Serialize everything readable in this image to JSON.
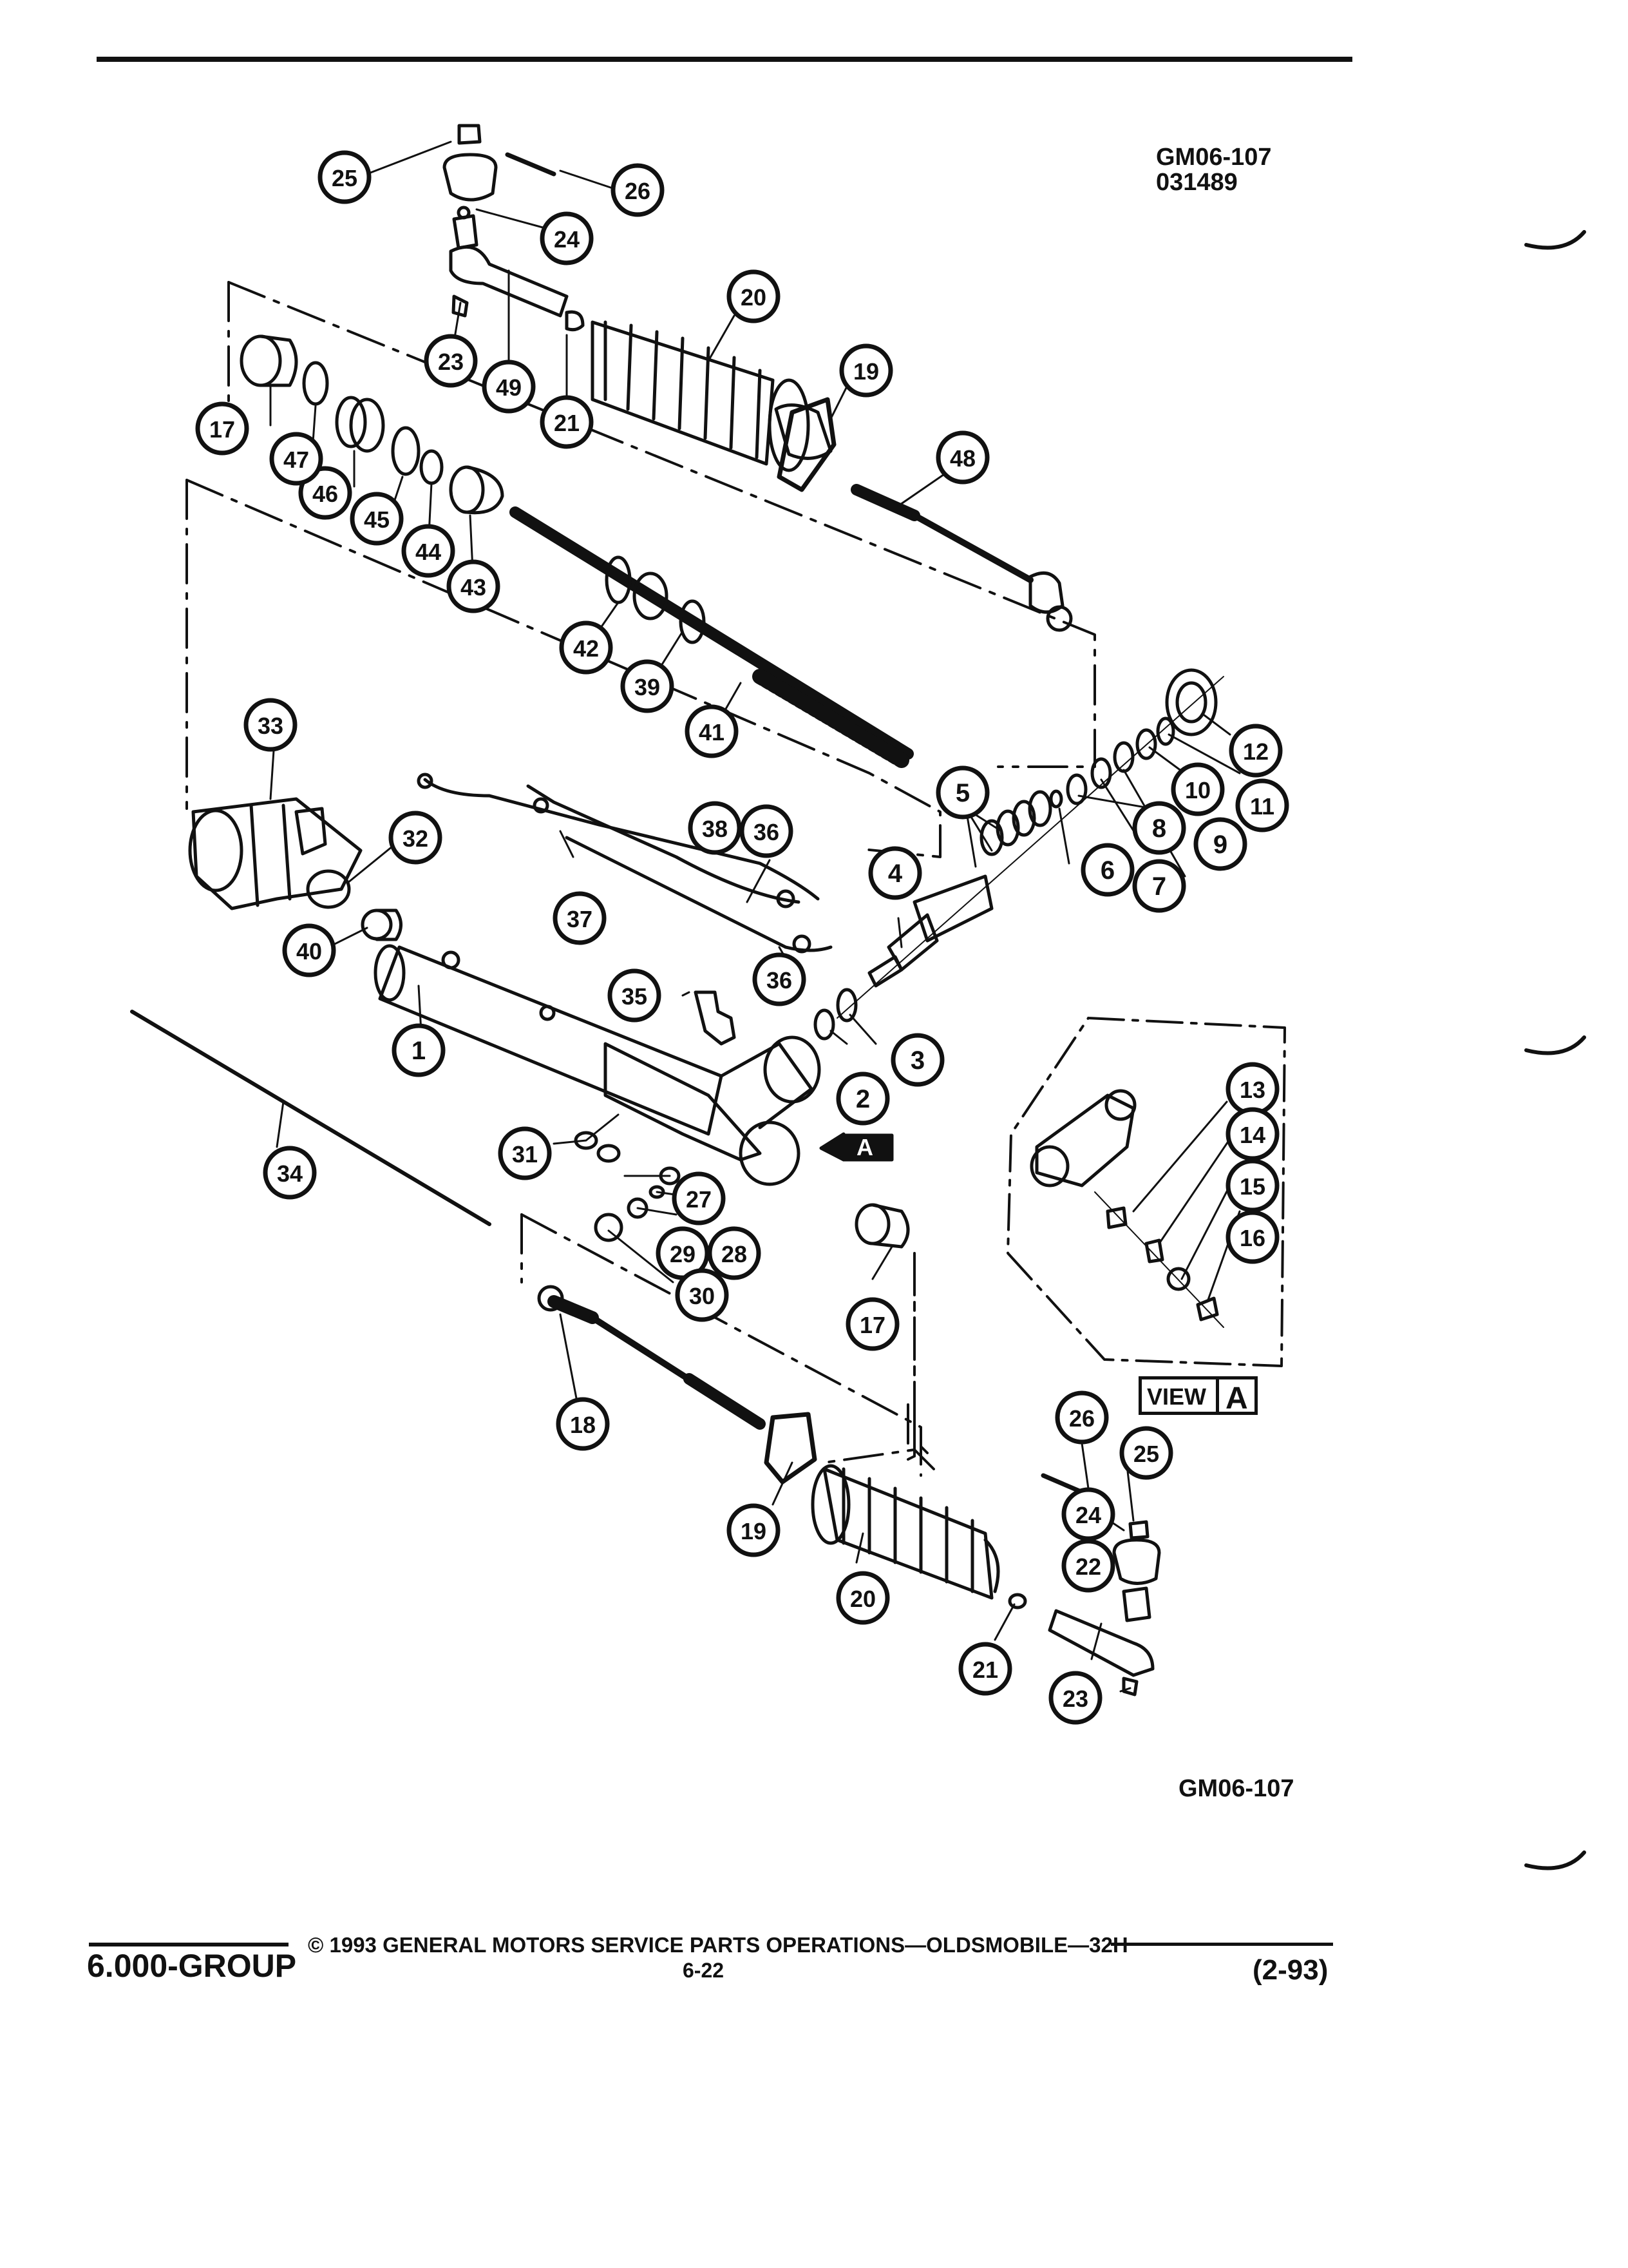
{
  "figure": {
    "code_top": "GM06-107",
    "date_code": "031489",
    "code_bottom": "GM06-107",
    "view_label": "VIEW",
    "view_letter": "A",
    "arrow_letter": "A"
  },
  "callouts": [
    {
      "id": "c1",
      "label": "1"
    },
    {
      "id": "c2",
      "label": "2"
    },
    {
      "id": "c3",
      "label": "3"
    },
    {
      "id": "c4",
      "label": "4"
    },
    {
      "id": "c5",
      "label": "5"
    },
    {
      "id": "c6",
      "label": "6"
    },
    {
      "id": "c7",
      "label": "7"
    },
    {
      "id": "c8",
      "label": "8"
    },
    {
      "id": "c9",
      "label": "9"
    },
    {
      "id": "c10",
      "label": "10"
    },
    {
      "id": "c11",
      "label": "11"
    },
    {
      "id": "c12",
      "label": "12"
    },
    {
      "id": "c13",
      "label": "13"
    },
    {
      "id": "c14",
      "label": "14"
    },
    {
      "id": "c15",
      "label": "15"
    },
    {
      "id": "c16",
      "label": "16"
    },
    {
      "id": "c17a",
      "label": "17"
    },
    {
      "id": "c17b",
      "label": "17"
    },
    {
      "id": "c18",
      "label": "18"
    },
    {
      "id": "c19a",
      "label": "19"
    },
    {
      "id": "c19b",
      "label": "19"
    },
    {
      "id": "c20a",
      "label": "20"
    },
    {
      "id": "c20b",
      "label": "20"
    },
    {
      "id": "c21a",
      "label": "21"
    },
    {
      "id": "c21b",
      "label": "21"
    },
    {
      "id": "c22",
      "label": "22"
    },
    {
      "id": "c23a",
      "label": "23"
    },
    {
      "id": "c23b",
      "label": "23"
    },
    {
      "id": "c24a",
      "label": "24"
    },
    {
      "id": "c24b",
      "label": "24"
    },
    {
      "id": "c25a",
      "label": "25"
    },
    {
      "id": "c25b",
      "label": "25"
    },
    {
      "id": "c26a",
      "label": "26"
    },
    {
      "id": "c26b",
      "label": "26"
    },
    {
      "id": "c27",
      "label": "27"
    },
    {
      "id": "c28",
      "label": "28"
    },
    {
      "id": "c29",
      "label": "29"
    },
    {
      "id": "c30",
      "label": "30"
    },
    {
      "id": "c31",
      "label": "31"
    },
    {
      "id": "c32",
      "label": "32"
    },
    {
      "id": "c33",
      "label": "33"
    },
    {
      "id": "c34",
      "label": "34"
    },
    {
      "id": "c35",
      "label": "35"
    },
    {
      "id": "c36a",
      "label": "36"
    },
    {
      "id": "c36b",
      "label": "36"
    },
    {
      "id": "c37",
      "label": "37"
    },
    {
      "id": "c38",
      "label": "38"
    },
    {
      "id": "c39",
      "label": "39"
    },
    {
      "id": "c40",
      "label": "40"
    },
    {
      "id": "c41",
      "label": "41"
    },
    {
      "id": "c42",
      "label": "42"
    },
    {
      "id": "c43",
      "label": "43"
    },
    {
      "id": "c44",
      "label": "44"
    },
    {
      "id": "c45",
      "label": "45"
    },
    {
      "id": "c46",
      "label": "46"
    },
    {
      "id": "c47",
      "label": "47"
    },
    {
      "id": "c48",
      "label": "48"
    },
    {
      "id": "c49",
      "label": "49"
    }
  ],
  "footer": {
    "group": "6.000-GROUP",
    "copyright": "© 1993 GENERAL MOTORS SERVICE PARTS OPERATIONS—OLDSMOBILE—32H",
    "page": "6-22",
    "date": "(2-93)"
  }
}
